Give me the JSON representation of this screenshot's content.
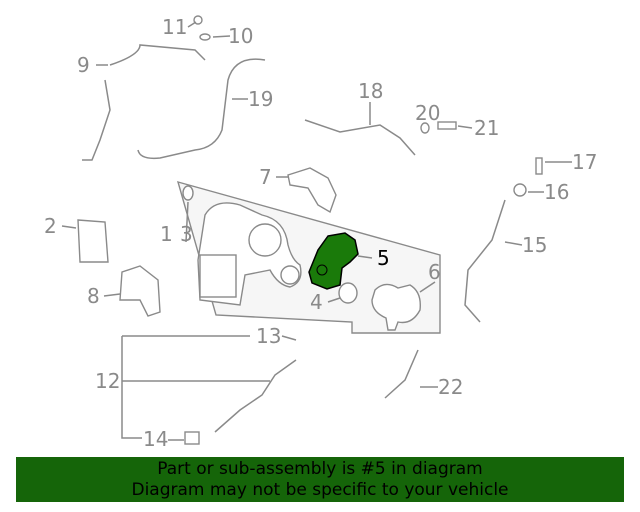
{
  "diagram": {
    "highlighted_part": "5",
    "highlight_color": "#1a7a0a",
    "callouts": [
      {
        "id": "c1",
        "label": "1"
      },
      {
        "id": "c2",
        "label": "2"
      },
      {
        "id": "c3",
        "label": "3"
      },
      {
        "id": "c4",
        "label": "4"
      },
      {
        "id": "c5",
        "label": "5"
      },
      {
        "id": "c6",
        "label": "6"
      },
      {
        "id": "c7",
        "label": "7"
      },
      {
        "id": "c8",
        "label": "8"
      },
      {
        "id": "c9",
        "label": "9"
      },
      {
        "id": "c10",
        "label": "10"
      },
      {
        "id": "c11",
        "label": "11"
      },
      {
        "id": "c12",
        "label": "12"
      },
      {
        "id": "c13",
        "label": "13"
      },
      {
        "id": "c14",
        "label": "14"
      },
      {
        "id": "c15",
        "label": "15"
      },
      {
        "id": "c16",
        "label": "16"
      },
      {
        "id": "c17",
        "label": "17"
      },
      {
        "id": "c18",
        "label": "18"
      },
      {
        "id": "c19",
        "label": "19"
      },
      {
        "id": "c20",
        "label": "20"
      },
      {
        "id": "c21",
        "label": "21"
      },
      {
        "id": "c22",
        "label": "22"
      }
    ]
  },
  "banner": {
    "line1": "Part or sub-assembly is #5 in diagram",
    "line2": "Diagram may not be specific to your vehicle",
    "color": "#156509"
  }
}
